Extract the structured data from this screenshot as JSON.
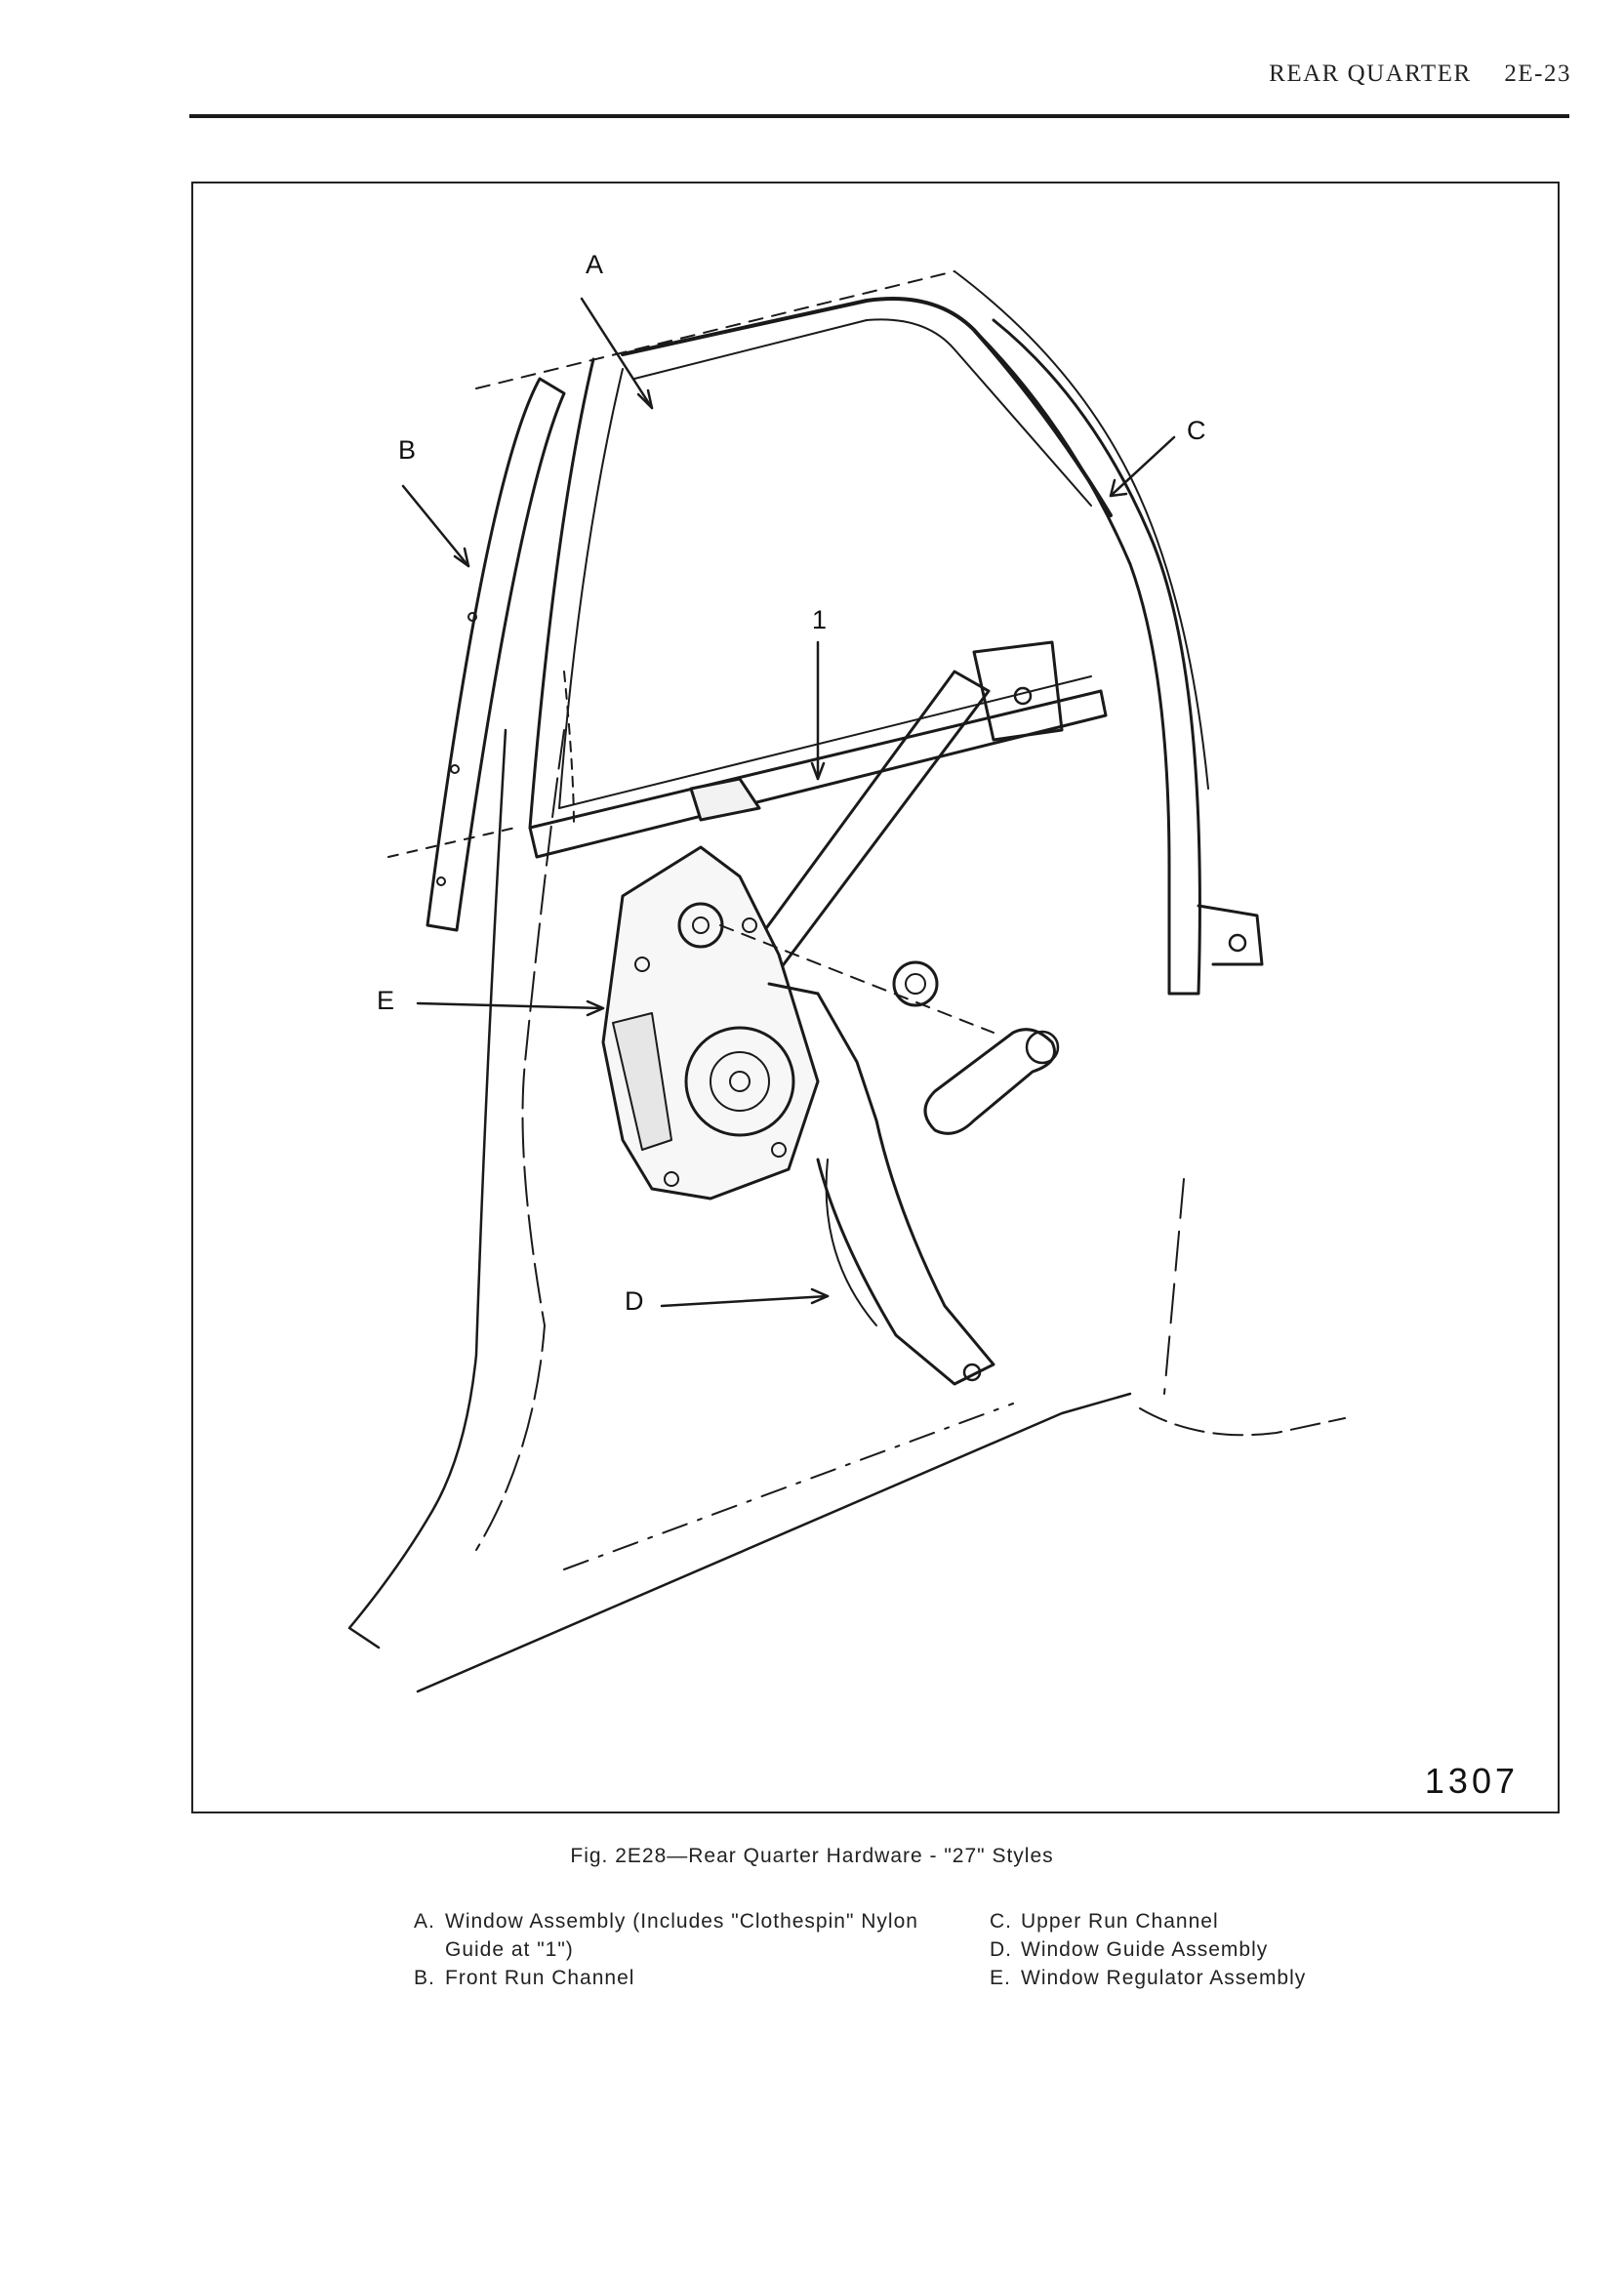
{
  "header": {
    "section": "REAR QUARTER",
    "page": "2E-23"
  },
  "figure": {
    "callouts": {
      "a": "A",
      "b": "B",
      "c": "C",
      "d": "D",
      "e": "E",
      "one": "1"
    },
    "number": "1307"
  },
  "caption": "Fig. 2E28—Rear Quarter Hardware - \"27\" Styles",
  "legend": {
    "left": [
      {
        "key": "A.",
        "text": "Window Assembly (Includes \"Clothespin\" Nylon Guide at \"1\")"
      },
      {
        "key": "B.",
        "text": "Front Run Channel"
      }
    ],
    "right": [
      {
        "key": "C.",
        "text": "Upper Run Channel"
      },
      {
        "key": "D.",
        "text": "Window Guide Assembly"
      },
      {
        "key": "E.",
        "text": "Window Regulator Assembly"
      }
    ]
  }
}
